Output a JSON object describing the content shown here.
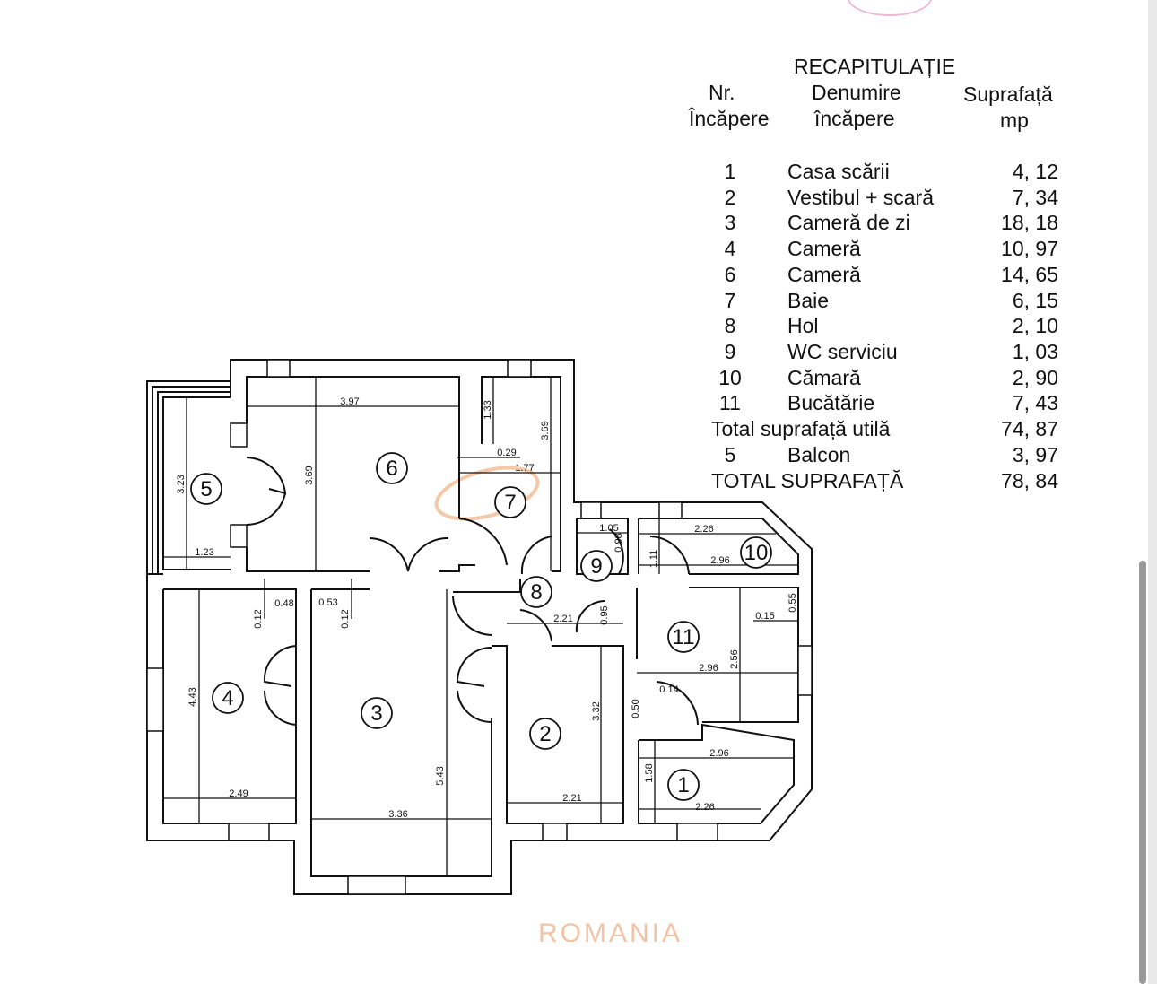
{
  "recap": {
    "title": "RECAPITULAȚIE",
    "headers": {
      "nr_line1": "Nr.",
      "nr_line2": "Încăpere",
      "name_line1": "Denumire",
      "name_line2": "încăpere",
      "area_line1": "Suprafață",
      "area_line2": "mp"
    },
    "rows": [
      {
        "nr": "1",
        "name": "Casa scării",
        "area": "4, 12"
      },
      {
        "nr": "2",
        "name": "Vestibul + scară",
        "area": "7, 34"
      },
      {
        "nr": "3",
        "name": "Cameră  de zi",
        "area": "18, 18"
      },
      {
        "nr": "4",
        "name": "Cameră",
        "area": "10, 97"
      },
      {
        "nr": "6",
        "name": "Cameră",
        "area": "14, 65"
      },
      {
        "nr": "7",
        "name": "Baie",
        "area": "6, 15"
      },
      {
        "nr": "8",
        "name": "Hol",
        "area": "2, 10"
      },
      {
        "nr": "9",
        "name": "WC serviciu",
        "area": "1, 03"
      },
      {
        "nr": "10",
        "name": "Cămară",
        "area": "2, 90"
      },
      {
        "nr": "11",
        "name": "Bucătărie",
        "area": "7, 43"
      }
    ],
    "total_util": {
      "label": "Total suprafață utilă",
      "area": "74, 87"
    },
    "balcony": {
      "nr": "5",
      "name": "Balcon",
      "area": "3, 97"
    },
    "total": {
      "label": "TOTAL SUPRAFAȚĂ",
      "area": "78, 84"
    }
  },
  "plan": {
    "room_numbers": [
      "1",
      "2",
      "3",
      "4",
      "5",
      "6",
      "7",
      "8",
      "9",
      "10",
      "11"
    ],
    "dimensions": [
      "3.97",
      "3.69",
      "3.23",
      "1.23",
      "1.33",
      "3.69",
      "0.29",
      "1.77",
      "1.05",
      "0.98",
      "2.26",
      "1.11",
      "2.96",
      "0.48",
      "0.12",
      "0.53",
      "0.12",
      "2.21",
      "0.95",
      "0.15",
      "0.55",
      "4.43",
      "2.49",
      "5.43",
      "3.36",
      "2.56",
      "2.96",
      "0.14",
      "0.50",
      "3.32",
      "2.21",
      "2.96",
      "1.58",
      "2.26"
    ],
    "watermark": "ROMANIA"
  }
}
